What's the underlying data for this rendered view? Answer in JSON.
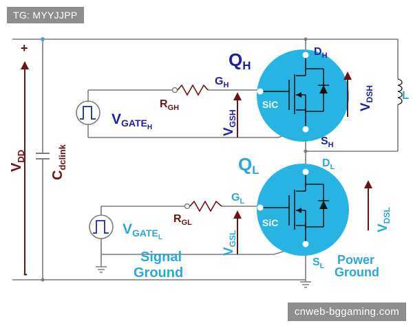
{
  "watermarks": {
    "top_left": "TG: MYYJJPP",
    "bottom_right": "cnweb-bggaming.com"
  },
  "colors": {
    "wire": "#7a7a7a",
    "mosfet_fill": "#27b4e3",
    "navy_label": "#1a1fa6",
    "cyan_label": "#2aa7dc",
    "dark_red_arrow": "#6b1212",
    "pulse": "#1a2aa0"
  },
  "labels": {
    "plus": "+",
    "minus": "-",
    "vdd_main": "V",
    "vdd_sub": "DD",
    "cdc_main": "C",
    "cdc_sub": "dclink",
    "qh_main": "Q",
    "qh_sub": "H",
    "ql_main": "Q",
    "ql_sub": "L",
    "dh_main": "D",
    "dh_sub": "H",
    "dl_main": "D",
    "dl_sub": "L",
    "sh_main": "S",
    "sh_sub": "H",
    "sl_main": "S",
    "sl_sub": "L",
    "gh_main": "G",
    "gh_sub": "H",
    "gl_main": "G",
    "gl_sub": "L",
    "rgh_main": "R",
    "rgh_sub": "GH",
    "rgl_main": "R",
    "rgl_sub": "GL",
    "vgateh_main": "V",
    "vgateh_sub": "GATE",
    "vgateh_subsub": "H",
    "vgatel_main": "V",
    "vgatel_sub": "GATE",
    "vgatel_subsub": "L",
    "vgsh_main": "V",
    "vgsh_sub": "GSH",
    "vgsl_main": "V",
    "vgsl_sub": "GSL",
    "vdsh_main": "V",
    "vdsh_sub": "DSH",
    "vdsl_main": "V",
    "vdsl_sub": "DSL",
    "inductor": "L",
    "sic_top": "SiC",
    "sic_bottom": "SiC",
    "signal_line1": "Signal",
    "signal_line2": "Ground",
    "power_line1": "Power",
    "power_line2": "Ground"
  }
}
